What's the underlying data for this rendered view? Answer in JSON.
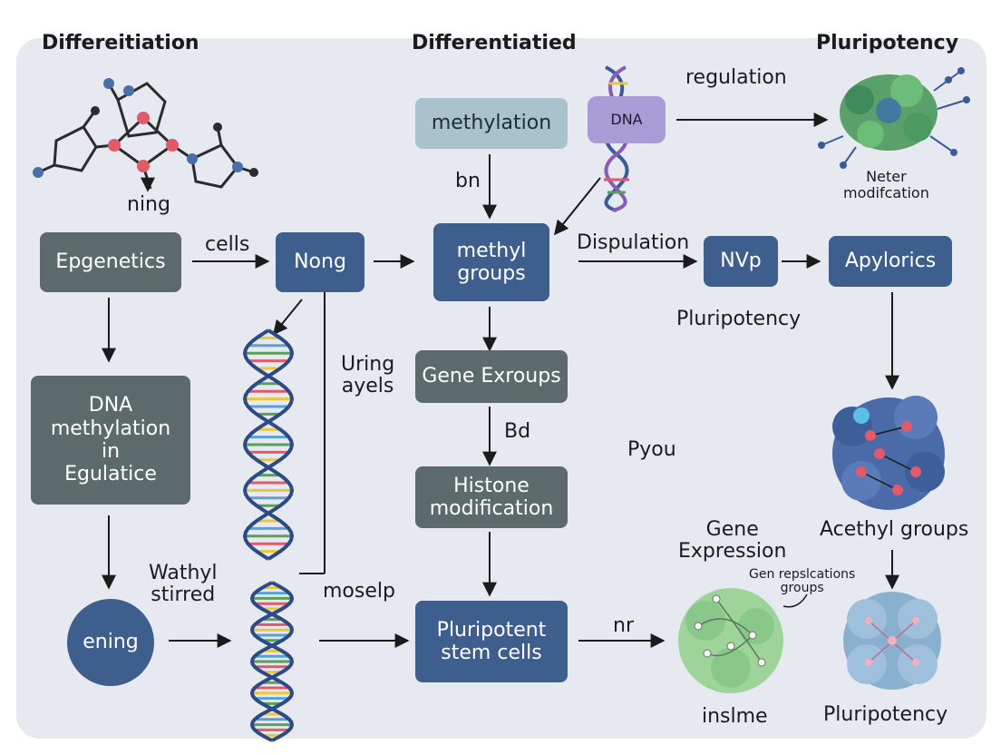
{
  "headers": {
    "left": "Differeitiation",
    "middle": "Differentiatied",
    "right": "Pluripotency"
  },
  "boxes": {
    "methylation": "methylation",
    "dna": "DNA",
    "epgenetics": "Epgenetics",
    "nong": "Nong",
    "methyl_groups": "methyl\ngroups",
    "nvp": "NVp",
    "apylorics": "Apylorics",
    "dna_methylation": "DNA\nmethylation\nin\nEgulatice",
    "gene_exroups": "Gene Exroups",
    "histone": "Histone\nmodification",
    "ening": "ening",
    "pluripotent": "Pluripotent\nstem cells"
  },
  "labels": {
    "regulation": "regulation",
    "neter": "Neter\nmodifcation",
    "ning": "ning",
    "bn": "bn",
    "cells": "cells",
    "dispulation": "Dispulation",
    "pluripotency_mid": "Pluripotency",
    "uring": "Uring\nayels",
    "bd": "Bd",
    "pyou": "Pyou",
    "gene_expression": "Gene\nExpression",
    "acethyl": "Acethyl groups",
    "gen_replications": "Gen repslcations\ngroups",
    "wathyl": "Wathyl\nstirred",
    "moselp": "moselp",
    "nr": "nr",
    "insime": "inslme",
    "pluripotency_bottom": "Pluripotency"
  }
}
